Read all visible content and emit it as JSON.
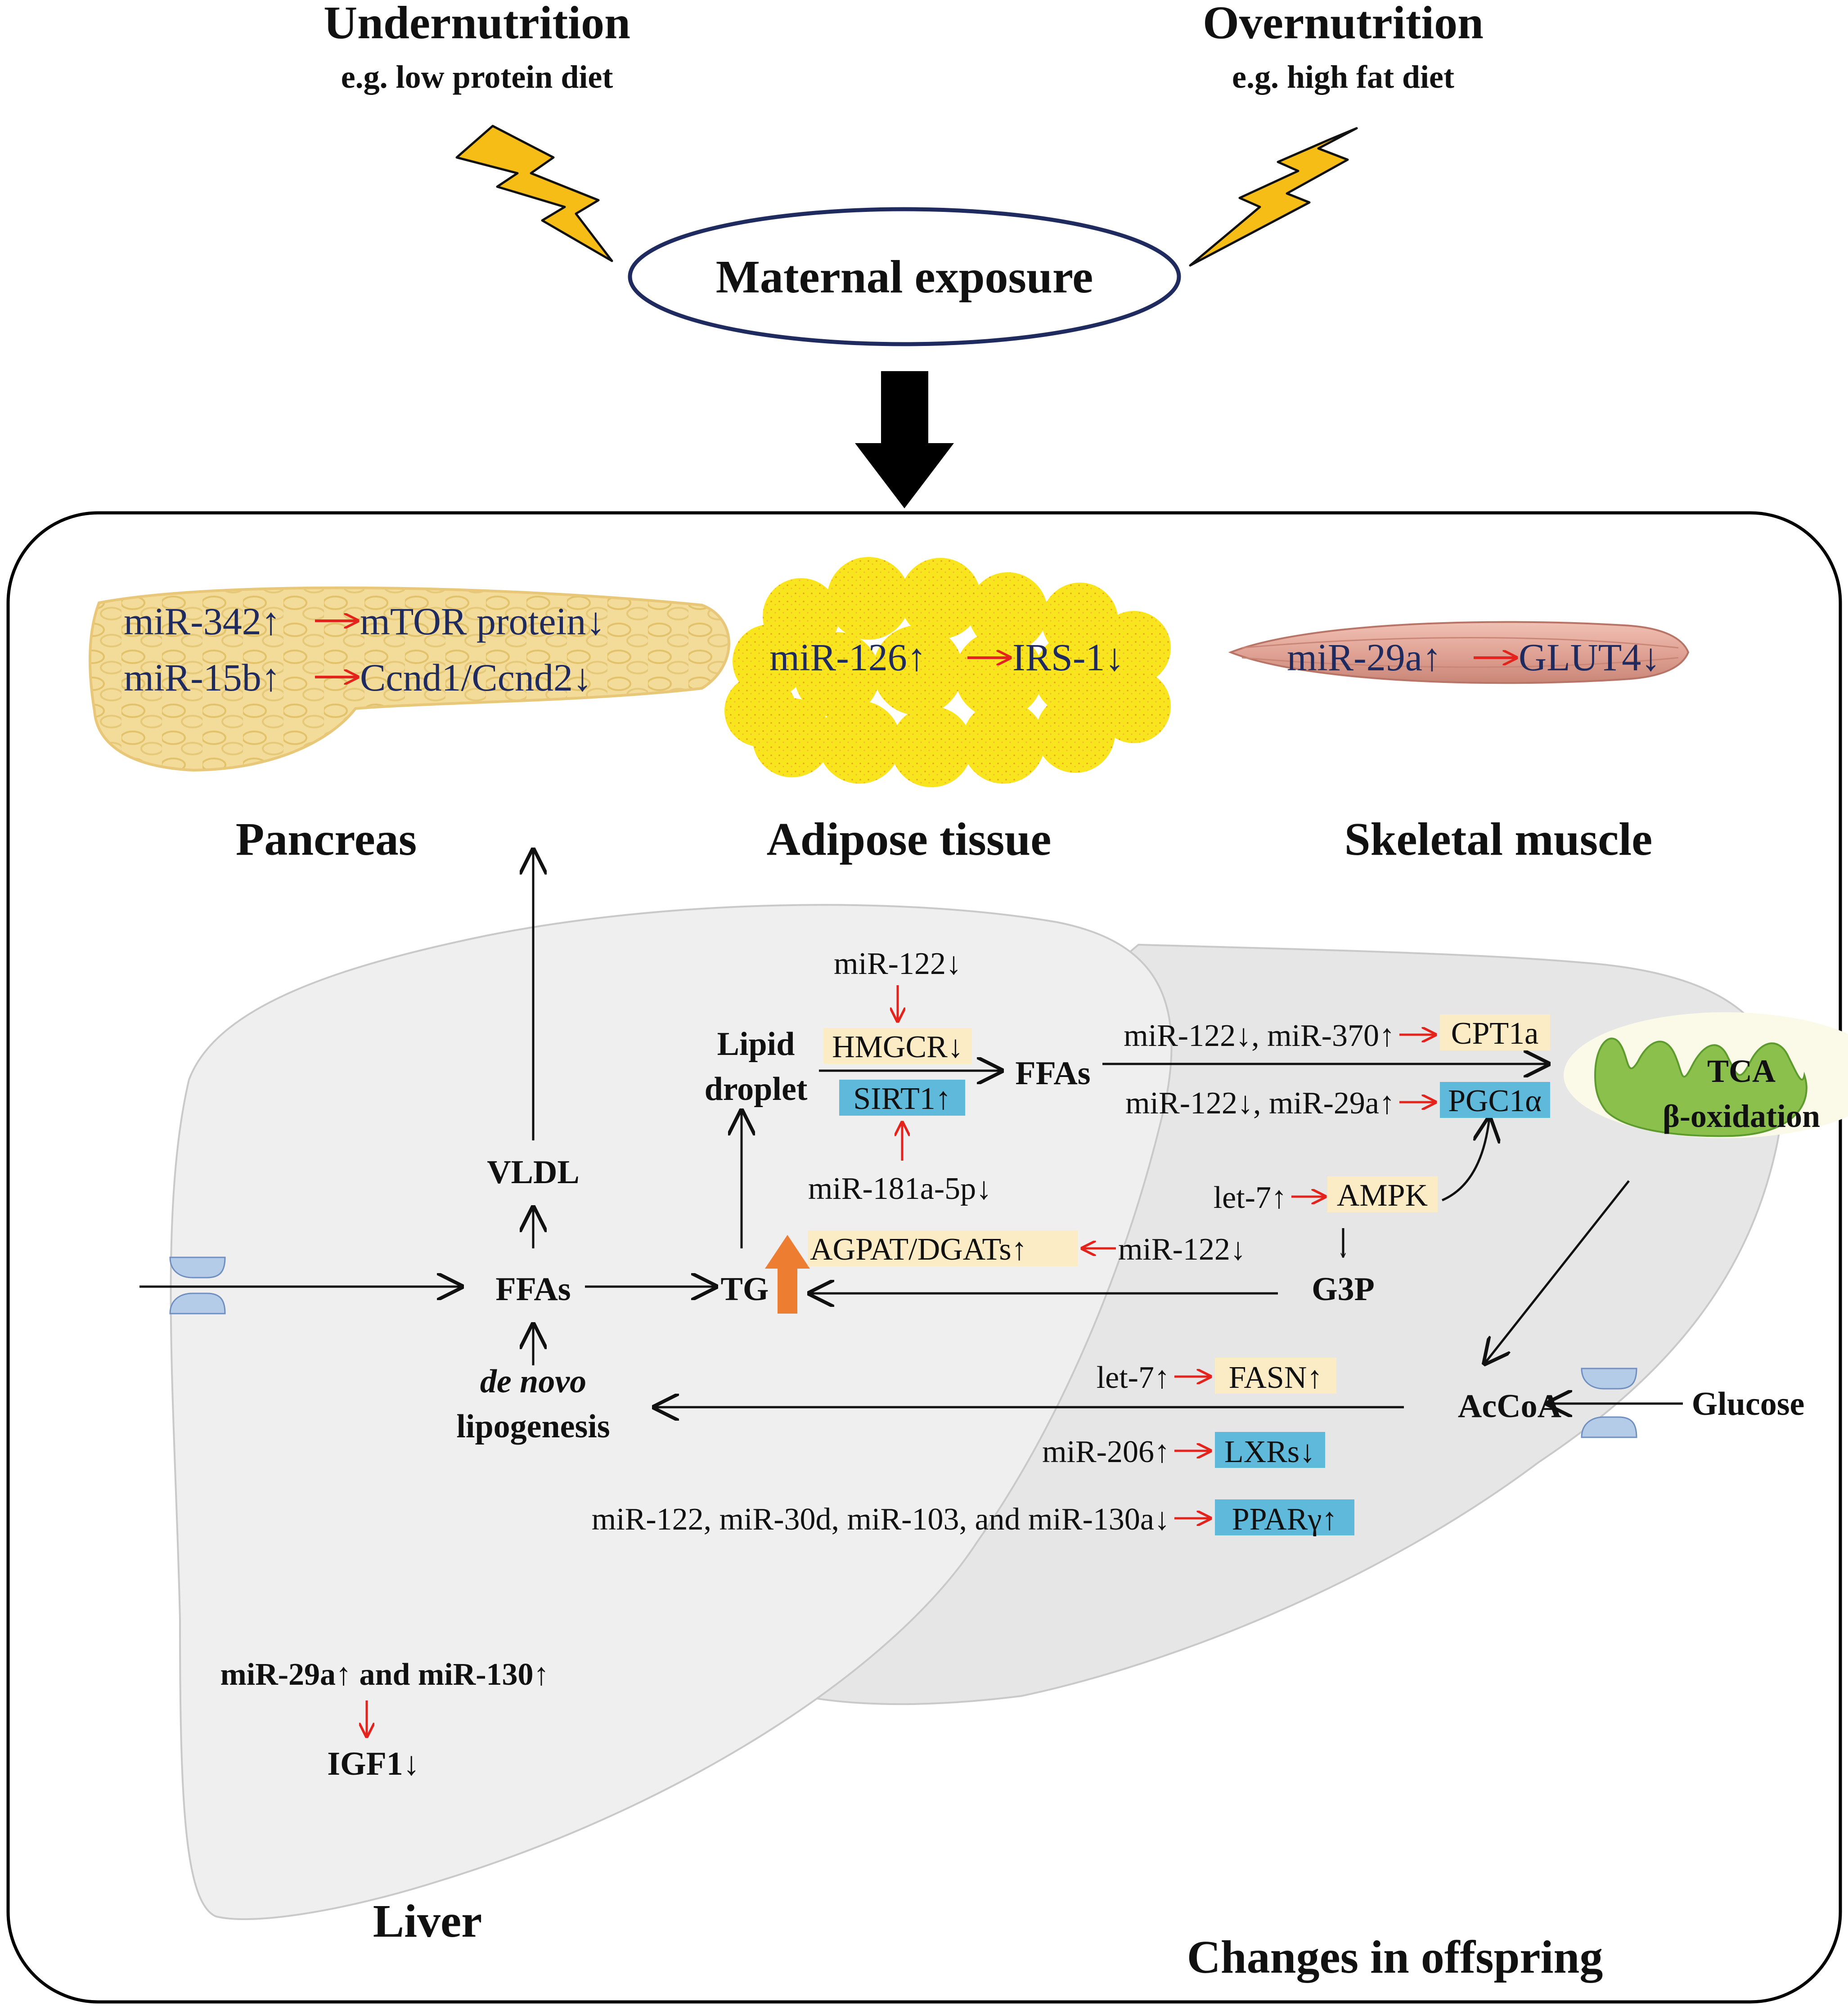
{
  "top": {
    "undernutrition": {
      "title": "Undernutrition",
      "example": "e.g. low protein diet"
    },
    "overnutrition": {
      "title": "Overnutrition",
      "example": "e.g. high fat diet"
    },
    "maternal_exposure": "Maternal exposure"
  },
  "organs": {
    "pancreas": {
      "label": "Pancreas",
      "line1_mir": "miR-342↑",
      "line1_target": "mTOR protein↓",
      "line2_mir": "miR-15b↑",
      "line2_target": "Ccnd1/Ccnd2↓"
    },
    "adipose": {
      "label": "Adipose tissue",
      "mir": "miR-126↑",
      "target": "IRS-1↓"
    },
    "muscle": {
      "label": "Skeletal muscle",
      "mir": "miR-29a↑",
      "target": "GLUT4↓"
    }
  },
  "liver": {
    "label": "Liver",
    "vldl": "VLDL",
    "ffas_left": "FFAs",
    "de_novo_italic": "de novo",
    "lipogenesis": "lipogenesis",
    "tg": "TG",
    "lipid_droplet_1": "Lipid",
    "lipid_droplet_2": "droplet",
    "mir122_top": "miR-122↓",
    "hmgcr": "HMGCR↓",
    "sirt1": "SIRT1↑",
    "mir181": "miR-181a-5p↓",
    "ffas_mid": "FFAs",
    "cpt1a_mirs": "miR-122↓, miR-370↑",
    "cpt1a": "CPT1a",
    "pgc1a_mirs": "miR-122↓, miR-29a↑",
    "pgc1a": "PGC1α",
    "tca": "TCA",
    "beta_ox": "β-oxidation",
    "let7_ampk": "let-7↑",
    "ampk": "AMPK",
    "agpat": "AGPAT/DGATs↑",
    "agpat_mir": "miR-122↓",
    "g3p": "G3P",
    "let7_fasn": "let-7↑",
    "fasn": "FASN↑",
    "accoa": "AcCoA",
    "glucose": "Glucose",
    "mir206": "miR-206↑",
    "lxrs": "LXRs↓",
    "pparg_mirs": "miR-122, miR-30d, miR-103, and miR-130a↓",
    "pparg": "PPARγ↑",
    "igf_mirs": "miR-29a↑ and miR-130↑",
    "igf1": "IGF1↓"
  },
  "footer": "Changes in offspring",
  "colors": {
    "navy_text": "#1f2a5e",
    "inhibit_arrow": "#e3231c",
    "highlight_yellow": "#fcecc6",
    "highlight_blue": "#5fb9db",
    "bolt": "#f6bd16",
    "liver": "#efefef",
    "tg_up_arrow": "#ed7d31"
  },
  "icons": [
    "lightning-bolt-icon",
    "fat-droplets-icon",
    "pancreas-icon",
    "muscle-icon",
    "mitochondrion-icon",
    "membrane-channel-icon",
    "liver-icon"
  ]
}
